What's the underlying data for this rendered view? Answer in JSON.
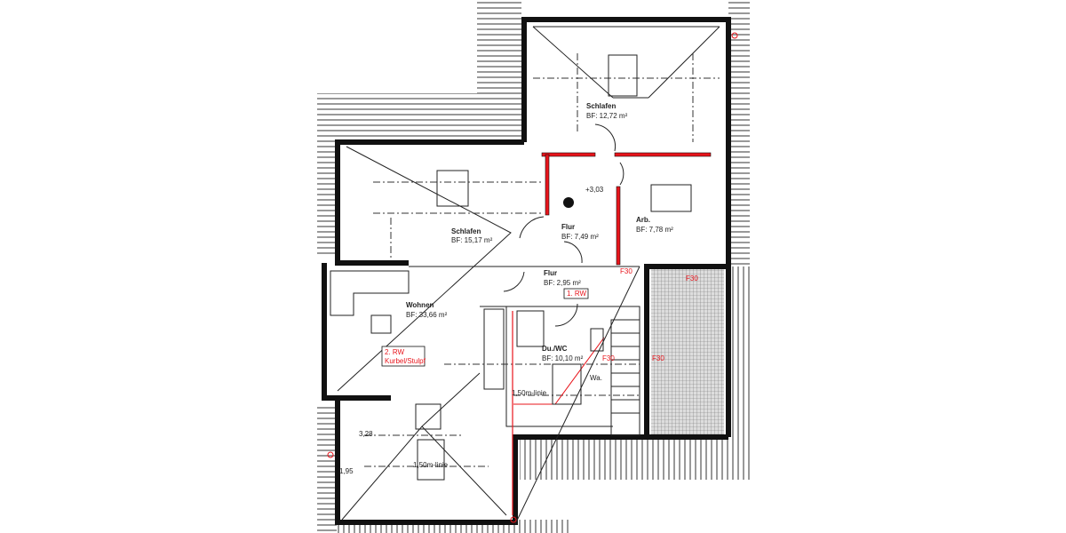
{
  "rooms": [
    {
      "name": "Schlafen",
      "area": "BF: 12,72 m²"
    },
    {
      "name": "Schlafen",
      "area": "BF: 15,17 m²"
    },
    {
      "name": "Flur",
      "area": "BF: 7,49 m²"
    },
    {
      "name": "Arb.",
      "area": "BF: 7,78 m²"
    },
    {
      "name": "Flur",
      "area": "BF: 2,95 m²"
    },
    {
      "name": "Wohnen",
      "area": "BF: 33,66 m²"
    },
    {
      "name": "Du./WC",
      "area": "BF: 10,10 m²"
    }
  ],
  "annotations": {
    "height_mark": "+3,03",
    "rw1": "1. RW",
    "rw2_line1": "2. RW",
    "rw2_line2": "Kurbel/Stulpf",
    "f30": "F30",
    "line_150_a": "1,50m-linie",
    "line_150_b": "1,50m-linie",
    "dim_328": "3,28",
    "dim_195": "1,95",
    "wa": "Wa."
  },
  "colors": {
    "fire_wall": "#e8141b",
    "wall": "#111111"
  }
}
